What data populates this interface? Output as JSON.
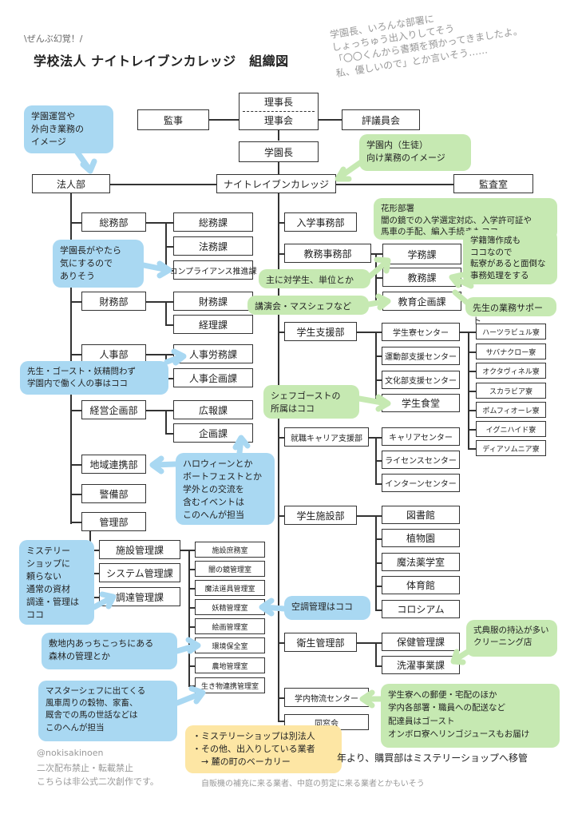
{
  "header": {
    "tag": "\\ぜんぶ幻覚！/",
    "title": "学校法人 ナイトレイブンカレッジ　組織図",
    "hand_note": "学園長、いろんな部署に\nしょっちゅう出入りしてそう\n「〇〇くんから書類を預かってきましたよ。\n私、優しいので」とか言いそう……"
  },
  "top": {
    "rijicho": "理事長",
    "rijikai": "理事会",
    "kanji": "監事",
    "hyogiinkai": "評議員会",
    "gakuencho": "学園長",
    "hojinbu": "法人部",
    "college": "ナイトレイブンカレッジ",
    "kansashitsu": "監査室"
  },
  "hojin": {
    "somu": "総務部",
    "somuka": "総務課",
    "homuka": "法務課",
    "compliance": "コンプライアンス推進課",
    "zaimu": "財務部",
    "zaimuka": "財務課",
    "keiri": "経理課",
    "jinji": "人事部",
    "jinjiromu": "人事労務課",
    "jinjikikaku": "人事企画課",
    "keiei": "経営企画部",
    "koho": "広報課",
    "kikaku": "企画課",
    "chiiki": "地域連携部",
    "keibi": "警備部",
    "kanri": "管理部",
    "shisetsu": "施設管理課",
    "system": "システム管理課",
    "chotatsu": "調達管理課",
    "shisetsu_items": [
      "施設庶務室",
      "闇の鏡管理室",
      "魔法道具管理室",
      "妖精管理室",
      "絵画管理室",
      "環境保全室",
      "農地管理室",
      "生き物連携管理室"
    ]
  },
  "college": {
    "nyugaku": "入学事務部",
    "kyomu": "教務事務部",
    "gakumu": "学務課",
    "kyomuka": "教務課",
    "kyoiku": "教育企画課",
    "gakusei": "学生支援部",
    "ryo_center": "学生寮センター",
    "undo": "運動部支援センター",
    "bunka": "文化部支援センター",
    "shokudo": "学生食堂",
    "dorms": [
      "ハーツラビュル寮",
      "サバナクロー寮",
      "オクタヴィネル寮",
      "スカラビア寮",
      "ポムフィオーレ寮",
      "イグニハイド寮",
      "ディアソムニア寮"
    ],
    "career": "就職キャリア支援部",
    "career_center": "キャリアセンター",
    "license": "ライセンスセンター",
    "intern": "インターンセンター",
    "shisetsu": "学生施設部",
    "shisetsu_items": [
      "図書館",
      "植物園",
      "魔法薬学室",
      "体育館",
      "コロシアム"
    ],
    "eisei": "衛生管理部",
    "hoken": "保健管理課",
    "sentaku": "洗濯事業課",
    "butsuryu": "学内物流センター",
    "dokusokai": "同窓会"
  },
  "notes": {
    "blue1": "学園運営や\n外向き業務の\nイメージ",
    "green_gakuen": "学園内（生徒）\n向け業務のイメージ",
    "green_kaden": "花形部署\n闇の鏡での入学選定対応、入学許可証や\n馬車の手配、編入手続きもココ",
    "green_gakuseki": "学籍簿作成も\nココなので\n転寮があると面倒な\n事務処理をする",
    "green_taigaku": "主に対学生、単位とか",
    "green_koenkai": "講演会・マスシェフなど",
    "green_sensei": "先生の業務サポート",
    "blue_compliance": "学園長がやたら\n気にするので\nありそう",
    "blue_jinji": "先生・ゴースト・妖精問わず\n学園内で働く人の事はココ",
    "green_chef": "シェフゴーストの\n所属はココ",
    "blue_halloween": "ハロウィーンとか\nボートフェストとか\n学外との交流を\n含むイベントは\nこのへんが担当",
    "blue_mystery": "ミステリー\nショップに\n頼らない\n通常の資材\n調達・管理は\nココ",
    "blue_kucho": "空調管理はココ",
    "blue_shinrin": "敷地内あっちこっちにある\n森林の管理とか",
    "blue_master": "マスターシェフに出てくる\n風車周りの穀物、家畜、\n厩舎での馬の世話などは\nこのへんが担当",
    "green_cleaning": "式典服の持込が多い\nクリーニング店",
    "green_yubin": "学生寮への郵便・宅配のほか\n学内各部署・職員への配送など\n配達員はゴースト\nオンボロ寮へリンゴジュースもお届け",
    "yellow_mystery": "・ミステリーショップは別法人\n・その他、出入りしている業者\n　→ 麓の町のベーカリー",
    "notice": "年より、購買部はミステリーショップへ移管",
    "bottom": "自販機の補充に来る業者、中庭の剪定に来る業者とかもいそう"
  },
  "credits": {
    "handle": "@nokisakinoen",
    "line1": "二次配布禁止・転載禁止",
    "line2": "こちらは非公式二次創作です。"
  }
}
